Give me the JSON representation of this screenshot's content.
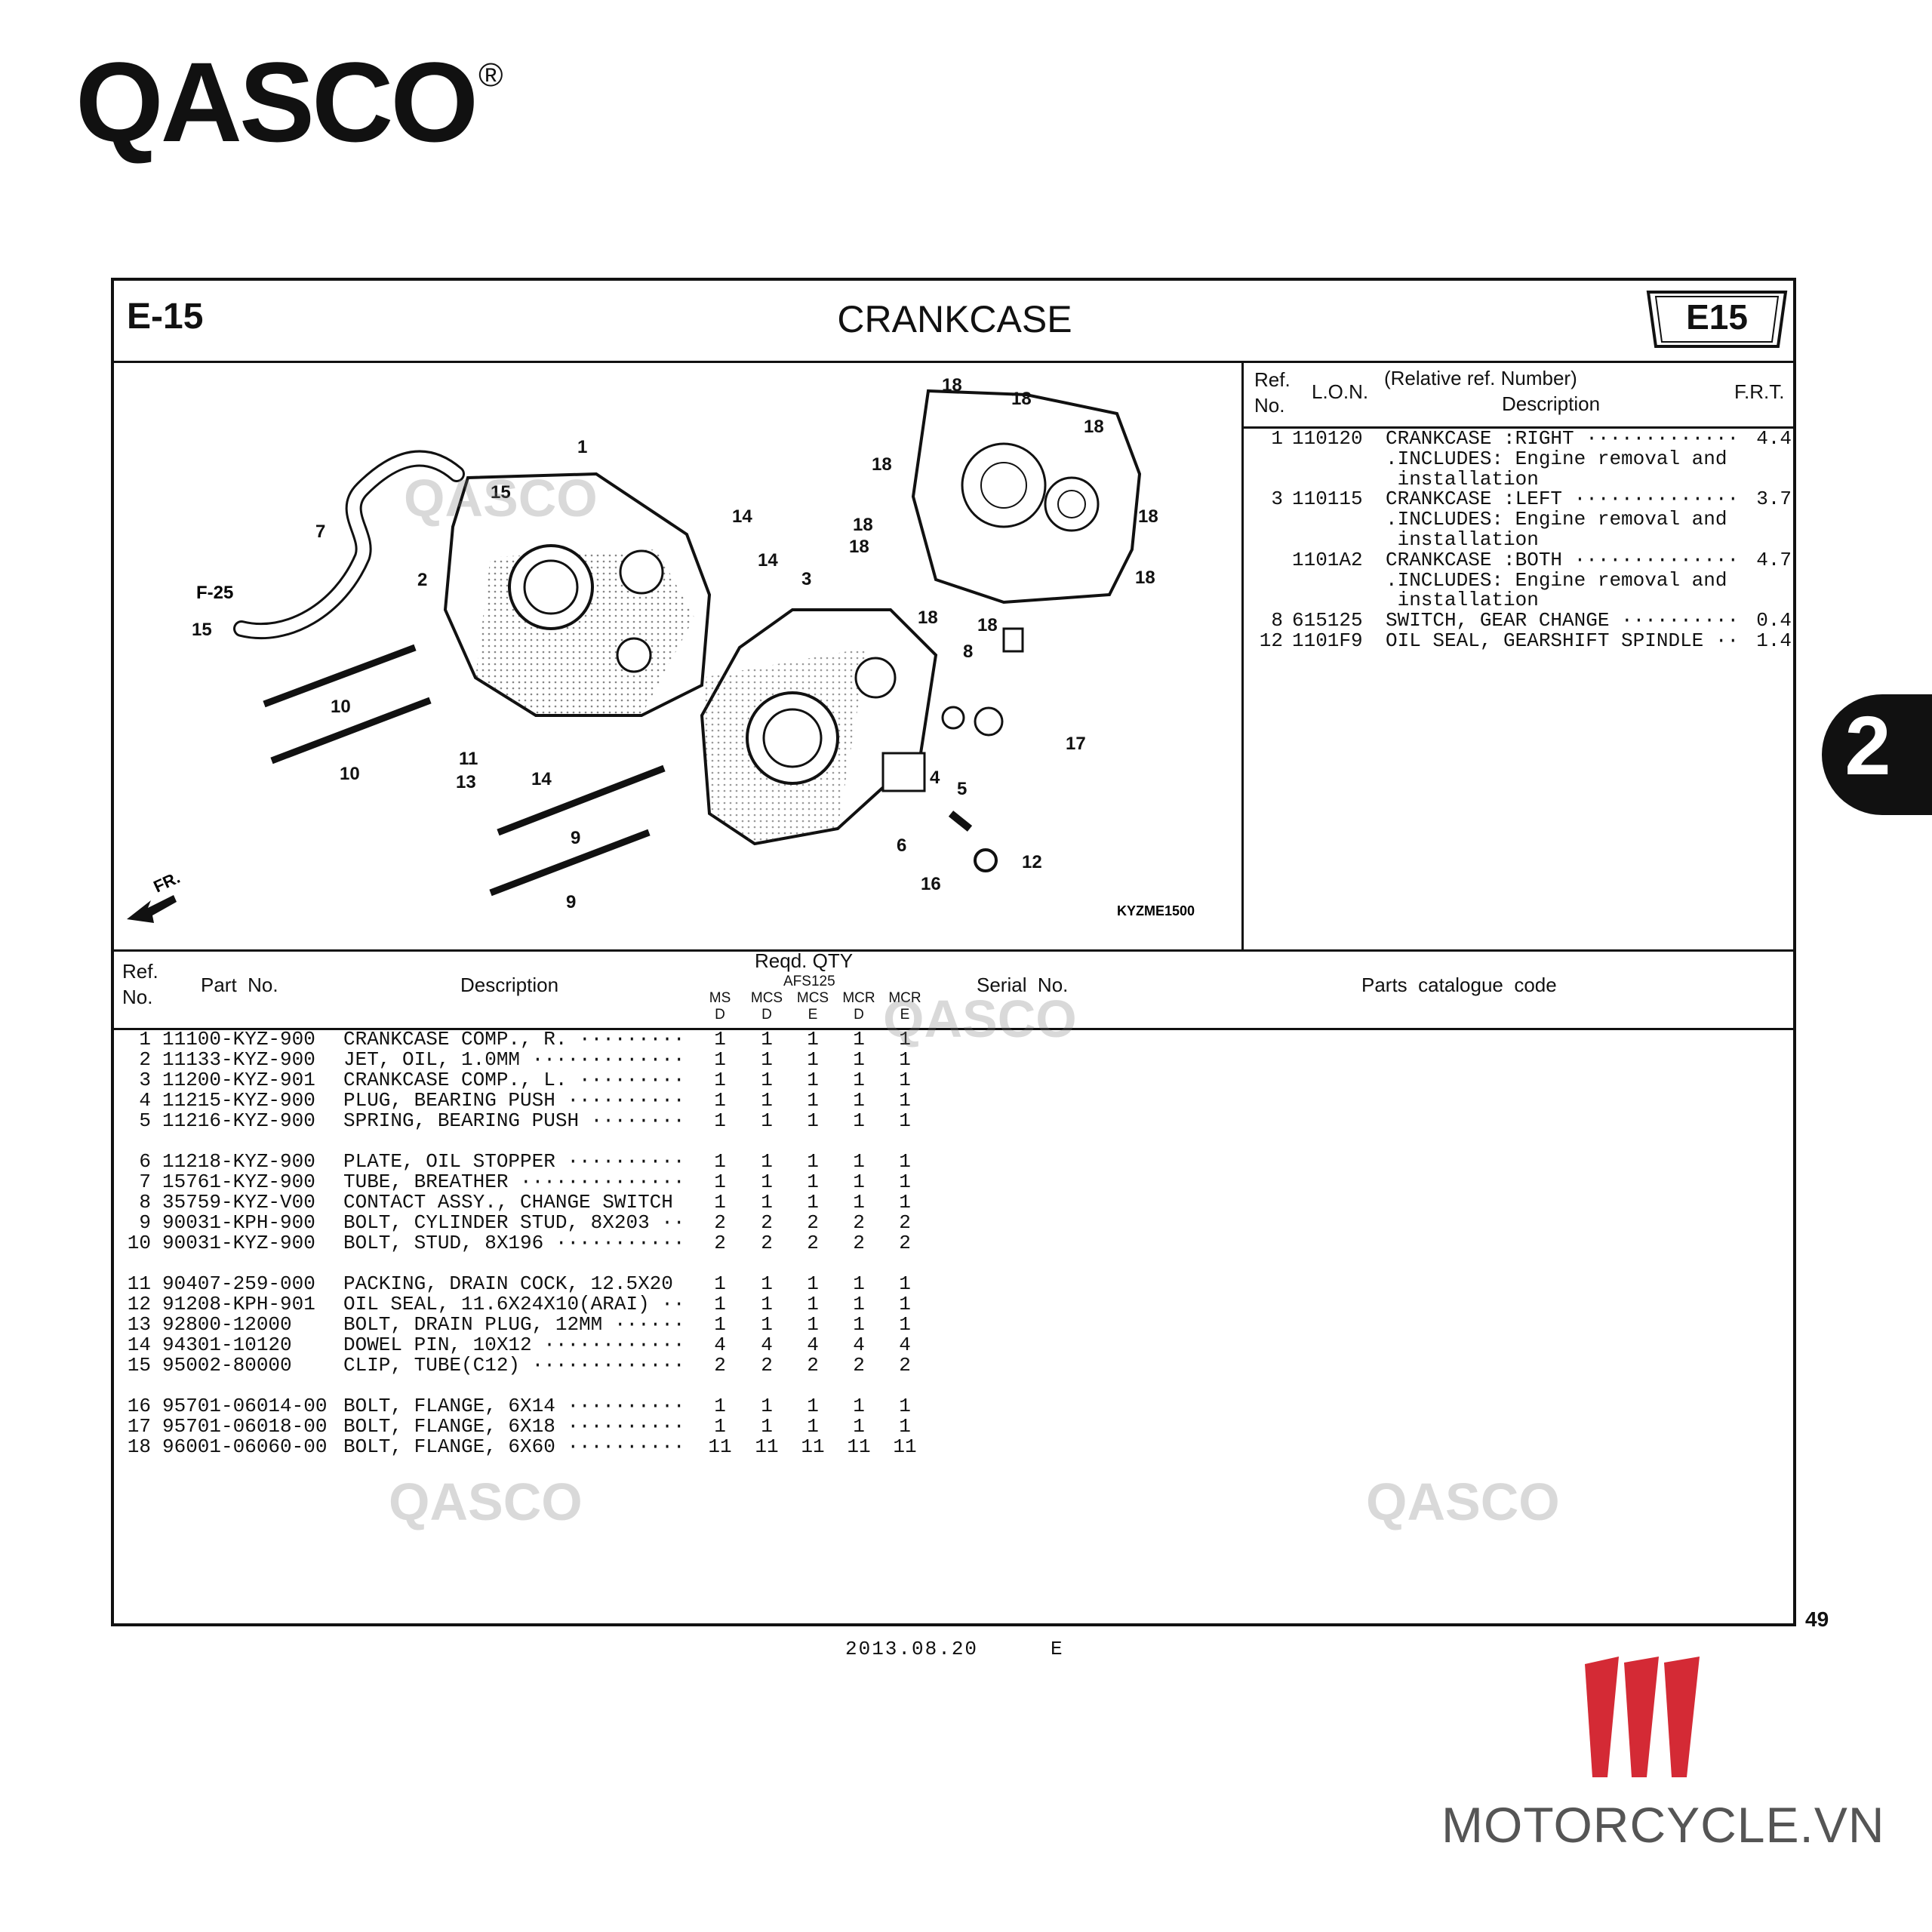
{
  "brand": {
    "logo": "QASCO",
    "reg": "®",
    "watermark": "QASCO"
  },
  "header": {
    "section_code": "E-15",
    "title": "CRANKCASE",
    "badge": "E15"
  },
  "frt_table": {
    "headers": {
      "ref_no": "Ref.\nNo.",
      "lon": "L.O.N.",
      "desc_top": "(Relative ref. Number)",
      "desc": "Description",
      "frt": "F.R.T."
    },
    "rows": [
      {
        "ref": "1",
        "lon": "110120",
        "desc": "CRANKCASE :RIGHT ·············",
        "frt": "4.4"
      },
      {
        "ref": "",
        "lon": "",
        "desc": ".INCLUDES: Engine removal and",
        "frt": ""
      },
      {
        "ref": "",
        "lon": "",
        "desc": " installation",
        "frt": ""
      },
      {
        "ref": "3",
        "lon": "110115",
        "desc": "CRANKCASE :LEFT ··············",
        "frt": "3.7"
      },
      {
        "ref": "",
        "lon": "",
        "desc": ".INCLUDES: Engine removal and",
        "frt": ""
      },
      {
        "ref": "",
        "lon": "",
        "desc": " installation",
        "frt": ""
      },
      {
        "ref": "",
        "lon": "1101A2",
        "desc": "CRANKCASE :BOTH ··············",
        "frt": "4.7"
      },
      {
        "ref": "",
        "lon": "",
        "desc": ".INCLUDES: Engine removal and",
        "frt": ""
      },
      {
        "ref": "",
        "lon": "",
        "desc": " installation",
        "frt": ""
      },
      {
        "ref": "8",
        "lon": "615125",
        "desc": "SWITCH, GEAR CHANGE ··········",
        "frt": "0.4"
      },
      {
        "ref": "12",
        "lon": "1101F9",
        "desc": "OIL SEAL, GEARSHIFT SPINDLE ··",
        "frt": "1.4"
      }
    ]
  },
  "diagram": {
    "code": "KYZME1500",
    "fr_label": "FR.",
    "f25_label": "F-25",
    "callouts": [
      "1",
      "2",
      "3",
      "4",
      "5",
      "6",
      "7",
      "8",
      "9",
      "9",
      "10",
      "10",
      "11",
      "12",
      "13",
      "14",
      "14",
      "14",
      "15",
      "15",
      "16",
      "17",
      "18",
      "18",
      "18",
      "18",
      "18",
      "18",
      "18",
      "18",
      "18",
      "18"
    ]
  },
  "parts_table": {
    "headers": {
      "ref_no": "Ref.\nNo.",
      "part_no": "Part  No.",
      "description": "Description",
      "qty_title": "Reqd. QTY",
      "model": "AFS125",
      "variants": [
        {
          "top": "MS",
          "bot": "D"
        },
        {
          "top": "MCS",
          "bot": "D"
        },
        {
          "top": "MCS",
          "bot": "E"
        },
        {
          "top": "MCR",
          "bot": "D"
        },
        {
          "top": "MCR",
          "bot": "E"
        }
      ],
      "serial": "Serial  No.",
      "catalogue": "Parts  catalogue  code"
    },
    "groups": [
      [
        {
          "ref": "1",
          "part": "11100-KYZ-900",
          "desc": "CRANKCASE COMP., R. ·········",
          "qty": [
            "1",
            "1",
            "1",
            "1",
            "1"
          ]
        },
        {
          "ref": "2",
          "part": "11133-KYZ-900",
          "desc": "JET, OIL, 1.0MM ·············",
          "qty": [
            "1",
            "1",
            "1",
            "1",
            "1"
          ]
        },
        {
          "ref": "3",
          "part": "11200-KYZ-901",
          "desc": "CRANKCASE COMP., L. ·········",
          "qty": [
            "1",
            "1",
            "1",
            "1",
            "1"
          ]
        },
        {
          "ref": "4",
          "part": "11215-KYZ-900",
          "desc": "PLUG, BEARING PUSH ··········",
          "qty": [
            "1",
            "1",
            "1",
            "1",
            "1"
          ]
        },
        {
          "ref": "5",
          "part": "11216-KYZ-900",
          "desc": "SPRING, BEARING PUSH ········",
          "qty": [
            "1",
            "1",
            "1",
            "1",
            "1"
          ]
        }
      ],
      [
        {
          "ref": "6",
          "part": "11218-KYZ-900",
          "desc": "PLATE, OIL STOPPER ··········",
          "qty": [
            "1",
            "1",
            "1",
            "1",
            "1"
          ]
        },
        {
          "ref": "7",
          "part": "15761-KYZ-900",
          "desc": "TUBE, BREATHER ··············",
          "qty": [
            "1",
            "1",
            "1",
            "1",
            "1"
          ]
        },
        {
          "ref": "8",
          "part": "35759-KYZ-V00",
          "desc": "CONTACT ASSY., CHANGE SWITCH",
          "qty": [
            "1",
            "1",
            "1",
            "1",
            "1"
          ]
        },
        {
          "ref": "9",
          "part": "90031-KPH-900",
          "desc": "BOLT, CYLINDER STUD, 8X203 ··",
          "qty": [
            "2",
            "2",
            "2",
            "2",
            "2"
          ]
        },
        {
          "ref": "10",
          "part": "90031-KYZ-900",
          "desc": "BOLT, STUD, 8X196 ···········",
          "qty": [
            "2",
            "2",
            "2",
            "2",
            "2"
          ]
        }
      ],
      [
        {
          "ref": "11",
          "part": "90407-259-000",
          "desc": "PACKING, DRAIN COCK, 12.5X20",
          "qty": [
            "1",
            "1",
            "1",
            "1",
            "1"
          ]
        },
        {
          "ref": "12",
          "part": "91208-KPH-901",
          "desc": "OIL SEAL, 11.6X24X10(ARAI) ··",
          "qty": [
            "1",
            "1",
            "1",
            "1",
            "1"
          ]
        },
        {
          "ref": "13",
          "part": "92800-12000",
          "desc": "BOLT, DRAIN PLUG, 12MM ······",
          "qty": [
            "1",
            "1",
            "1",
            "1",
            "1"
          ]
        },
        {
          "ref": "14",
          "part": "94301-10120",
          "desc": "DOWEL PIN, 10X12 ············",
          "qty": [
            "4",
            "4",
            "4",
            "4",
            "4"
          ]
        },
        {
          "ref": "15",
          "part": "95002-80000",
          "desc": "CLIP, TUBE(C12) ·············",
          "qty": [
            "2",
            "2",
            "2",
            "2",
            "2"
          ]
        }
      ],
      [
        {
          "ref": "16",
          "part": "95701-06014-00",
          "desc": "BOLT, FLANGE, 6X14 ··········",
          "qty": [
            "1",
            "1",
            "1",
            "1",
            "1"
          ]
        },
        {
          "ref": "17",
          "part": "95701-06018-00",
          "desc": "BOLT, FLANGE, 6X18 ··········",
          "qty": [
            "1",
            "1",
            "1",
            "1",
            "1"
          ]
        },
        {
          "ref": "18",
          "part": "96001-06060-00",
          "desc": "BOLT, FLANGE, 6X60 ··········",
          "qty": [
            "11",
            "11",
            "11",
            "11",
            "11"
          ]
        }
      ]
    ]
  },
  "chapter_tab": "2",
  "page_number": "49",
  "footer": {
    "date": "2013.08.20",
    "edition": "E"
  },
  "source_logo": {
    "text": "MOTORCYCLE.VN",
    "color": "#d42a35"
  }
}
